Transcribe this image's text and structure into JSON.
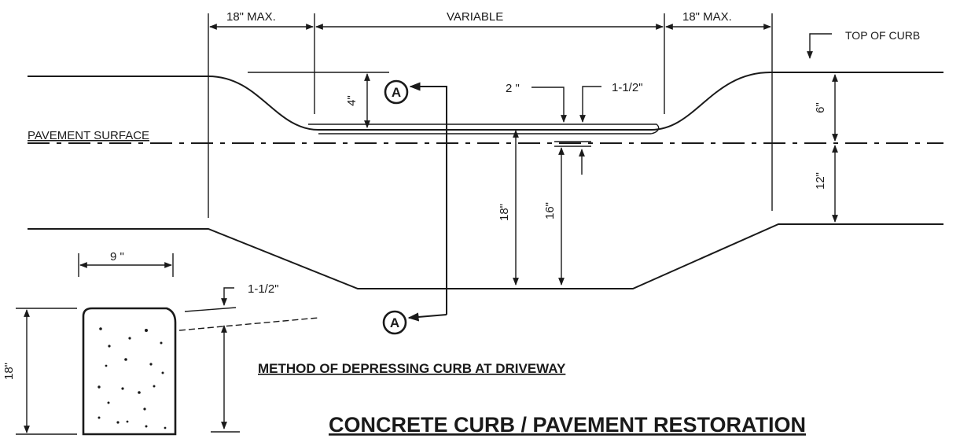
{
  "labels": {
    "max_left": "18\" MAX.",
    "variable": "VARIABLE",
    "max_right": "18\" MAX.",
    "top_of_curb": "TOP OF CURB",
    "pavement_surface": "PAVEMENT SURFACE",
    "dim_4": "4\"",
    "dim_2": "2 \"",
    "dim_1_5_top": "1-1/2\"",
    "dim_6": "6\"",
    "dim_12": "12\"",
    "dim_18_mid": "18\"",
    "dim_16": "16\"",
    "dim_9": "9 \"",
    "dim_1_5_section": "1-1/2\"",
    "dim_18_section": "18\"",
    "section_mark_top": "A",
    "section_mark_bottom": "A"
  },
  "titles": {
    "method": "METHOD OF DEPRESSING CURB AT DRIVEWAY",
    "main": "CONCRETE CURB / PAVEMENT RESTORATION"
  }
}
